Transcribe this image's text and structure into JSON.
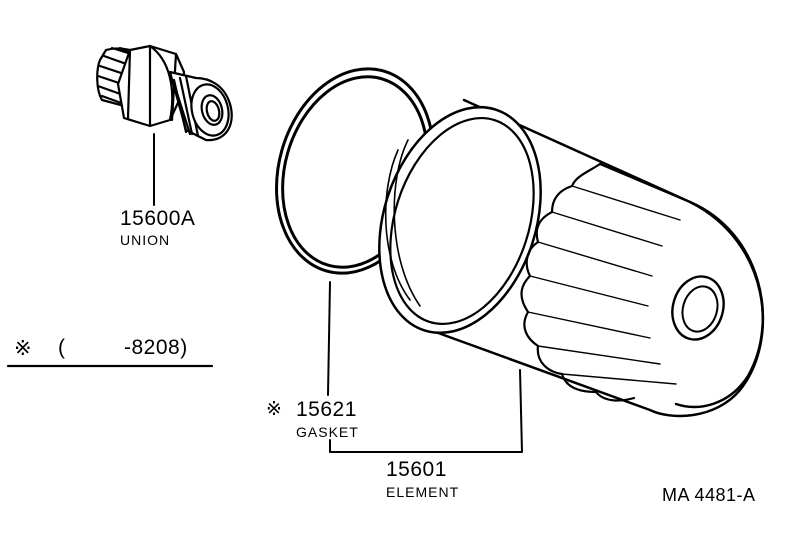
{
  "parts": {
    "union": {
      "number": "15600A",
      "name": "UNION"
    },
    "gasket": {
      "mark": "※",
      "number": "15621",
      "name": "GASKET"
    },
    "element": {
      "number": "15601",
      "name": "ELEMENT"
    }
  },
  "note": {
    "mark": "※",
    "open": "(",
    "range": "-8208)"
  },
  "diagram_code": "MA 4481-A",
  "colors": {
    "ink": "#000000",
    "paper": "#ffffff"
  }
}
